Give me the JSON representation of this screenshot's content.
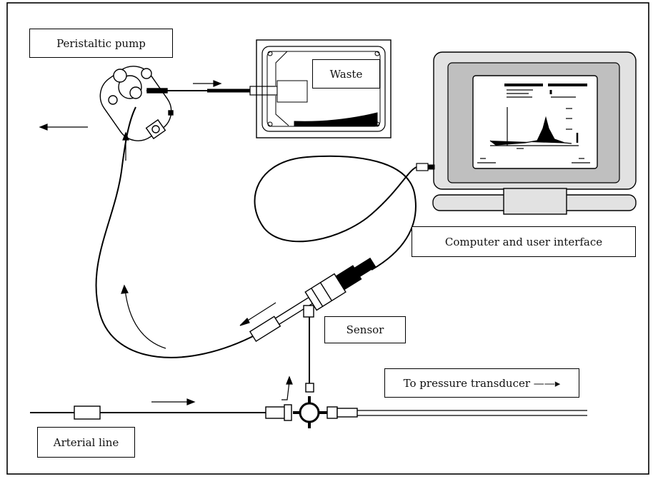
{
  "labels": {
    "pump": "Peristaltic pump",
    "waste": "Waste",
    "computer": "Computer and user interface",
    "sensor": "Sensor",
    "transducer": "To pressure transducer ——▸",
    "arterial": "Arterial line"
  },
  "colors": {
    "line": "#000000",
    "frame_outer": "#e2e2e2",
    "frame_inner": "#bfbfbf",
    "screen": "#ffffff"
  }
}
